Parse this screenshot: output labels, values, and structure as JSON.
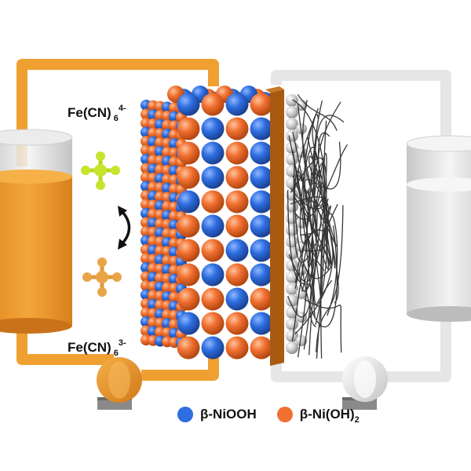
{
  "colors": {
    "niooh": "#2e6ee0",
    "nioh2": "#f07030",
    "left_frame": "#f0a030",
    "right_frame": "#e2e2e2",
    "collector": "#a85a10",
    "carbon_fiber": "#222222",
    "ferrocyanide": "#b8d820",
    "ferricyanide": "#e09838"
  },
  "labels": {
    "ferrocyanide": {
      "base": "Fe(CN)",
      "sub": "6",
      "sup": "4-"
    },
    "ferricyanide": {
      "base": "Fe(CN)",
      "sub": "6",
      "sup": "3-"
    }
  },
  "legend": {
    "items": [
      {
        "name": "β-NiOOH",
        "color_key": "niooh"
      },
      {
        "name": "β-Ni(OH)",
        "sub": "2",
        "color_key": "nioh2"
      }
    ]
  },
  "icons": [
    "tank-left",
    "tank-right",
    "pump-left",
    "pump-right",
    "molecule-ferrocyanide",
    "molecule-ferricyanide",
    "redox-arrow",
    "electrode-lattice",
    "carbon-felt"
  ]
}
